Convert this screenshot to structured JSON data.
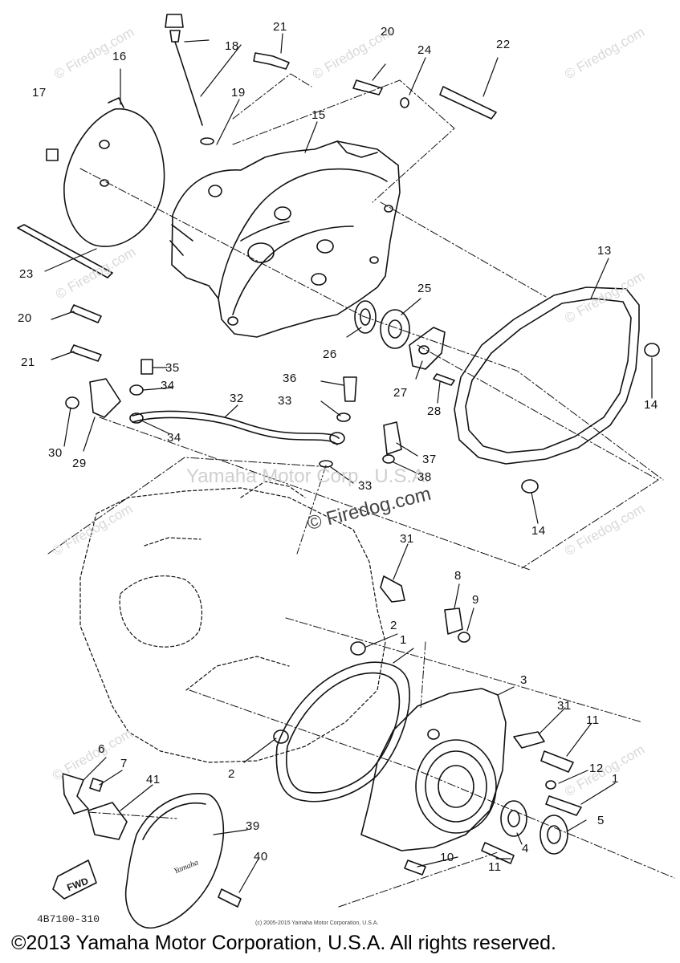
{
  "diagram": {
    "callouts": [
      "1",
      "1",
      "2",
      "2",
      "3",
      "4",
      "5",
      "6",
      "7",
      "8",
      "9",
      "10",
      "11",
      "11",
      "12",
      "13",
      "14",
      "14",
      "15",
      "16",
      "17",
      "18",
      "19",
      "20",
      "20",
      "21",
      "21",
      "22",
      "23",
      "24",
      "25",
      "26",
      "27",
      "28",
      "29",
      "30",
      "31",
      "31",
      "32",
      "33",
      "33",
      "34",
      "34",
      "35",
      "36",
      "37",
      "38",
      "39",
      "40",
      "41"
    ],
    "watermark_text": "© Firedog.com",
    "watermark_center": "© Firedog.com",
    "watermark_company": "Yamaha Motor Corp., U.S.A.",
    "fwd_label": "FWD",
    "cover_script": "Yamaha",
    "drawing_code": "4B7100-310",
    "small_copyright": "(c) 2005-2015 Yamaha Motor Corporation, U.S.A."
  },
  "footer": {
    "copyright": "©2013 Yamaha Motor Corporation, U.S.A. All rights reserved."
  }
}
